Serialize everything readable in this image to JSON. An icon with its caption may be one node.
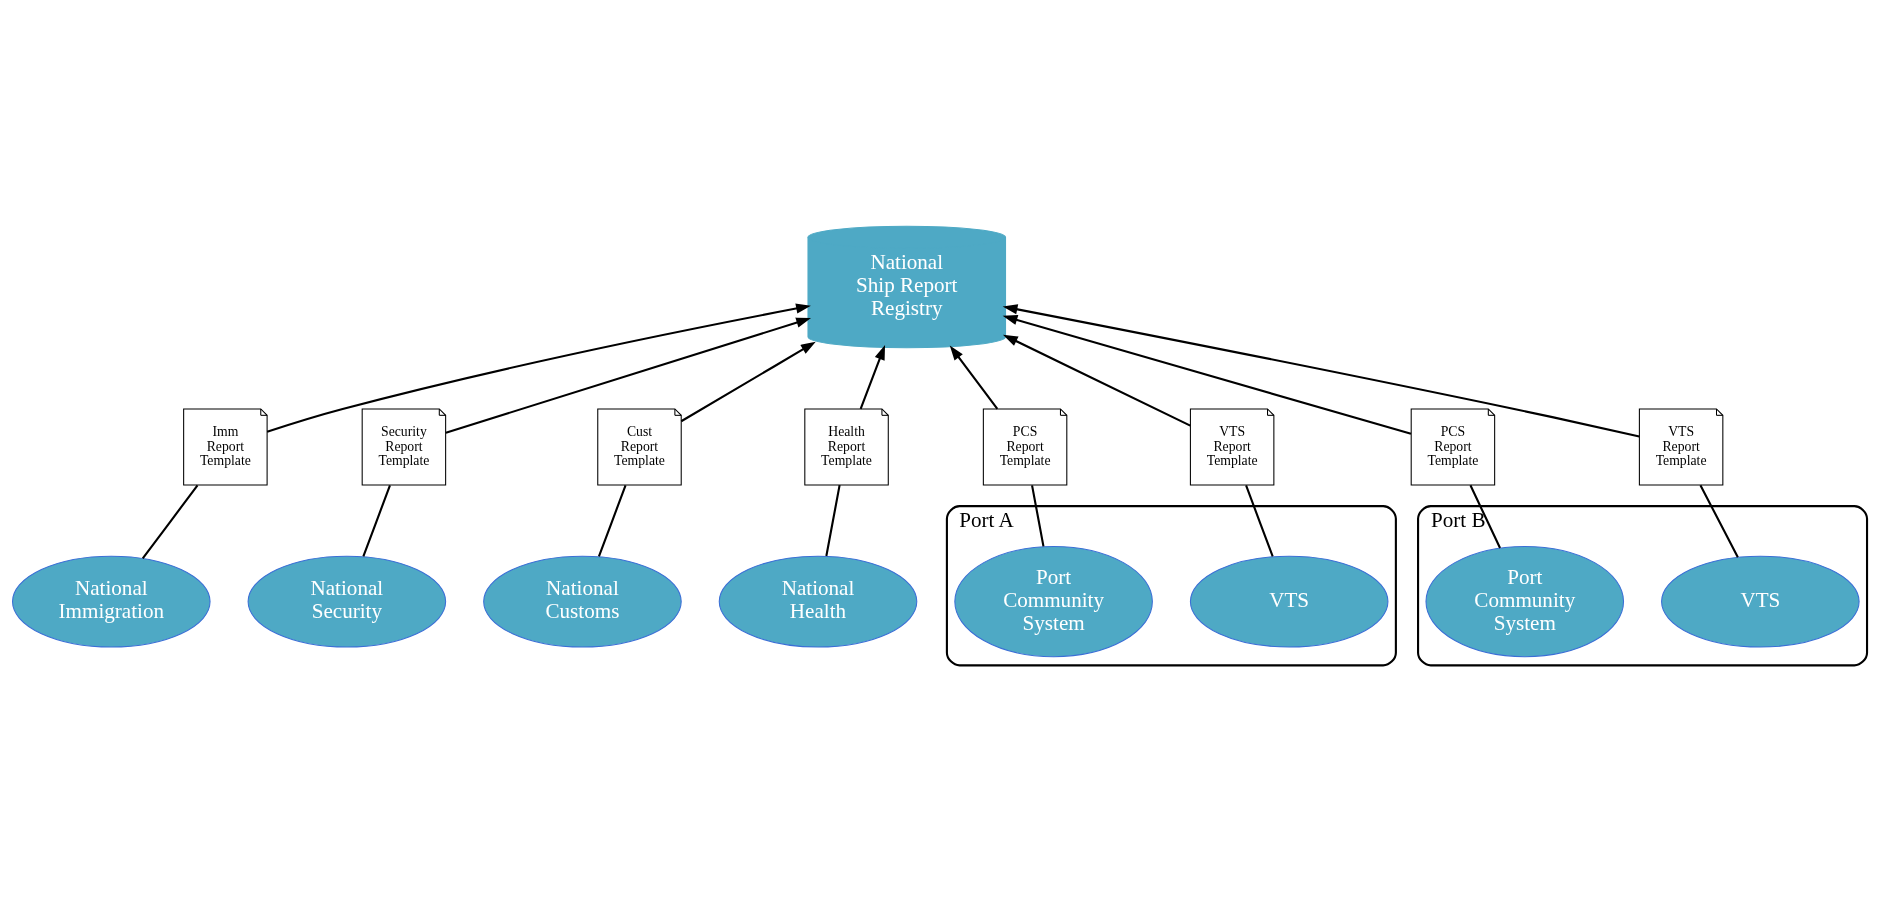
{
  "diagram": {
    "nodes": [
      {
        "text": [
          "National Immigration"
        ]
      },
      {
        "text": [
          "Imm Report Template"
        ]
      },
      {
        "text": [
          "National Ship Report Registry"
        ]
      },
      {
        "text": [
          "Security Report Template"
        ]
      },
      {
        "text": [
          "National Security"
        ]
      },
      {
        "text": [
          "Cust Report Template"
        ]
      },
      {
        "text": [
          "Health Report Template"
        ]
      },
      {
        "text": [
          "National Customs"
        ]
      },
      {
        "text": [
          "National Health"
        ]
      },
      {
        "text": [
          "PCS Report Template"
        ]
      },
      {
        "text": [
          "VTS Report Template"
        ]
      },
      {
        "text": [
          "PCS Report Template"
        ]
      },
      {
        "text": [
          "VTS Report Template"
        ]
      },
      {
        "text": [
          "Port A"
        ]
      },
      {
        "text": [
          "Port Community System"
        ],
        "in": 13
      },
      {
        "text": [
          "VTS"
        ],
        "in": 13
      },
      {
        "text": [
          "Port B"
        ]
      },
      {
        "text": [
          "Port Community System"
        ],
        "in": 16
      },
      {
        "text": [
          "VTS"
        ],
        "in": 16
      }
    ],
    "edges": [
      {
        "from": 0,
        "to": 1,
        "arrow": "none"
      },
      {
        "from": 1,
        "to": 2,
        "arrow": "to"
      },
      {
        "from": 4,
        "to": 3,
        "arrow": "none"
      },
      {
        "from": 3,
        "to": 2,
        "arrow": "to"
      },
      {
        "from": 7,
        "to": 5,
        "arrow": "none"
      },
      {
        "from": 5,
        "to": 2,
        "arrow": "to"
      },
      {
        "from": 8,
        "to": 6,
        "arrow": "none"
      },
      {
        "from": 6,
        "to": 2,
        "arrow": "to"
      },
      {
        "from": 14,
        "to": 9,
        "arrow": "none"
      },
      {
        "from": 9,
        "to": 2,
        "arrow": "to"
      },
      {
        "from": 15,
        "to": 10,
        "arrow": "none"
      },
      {
        "from": 10,
        "to": 2,
        "arrow": "to"
      },
      {
        "from": 17,
        "to": 11,
        "arrow": "none"
      },
      {
        "from": 11,
        "to": 2,
        "arrow": "to"
      },
      {
        "from": 18,
        "to": 12,
        "arrow": "none"
      },
      {
        "from": 12,
        "to": 2,
        "arrow": "to"
      }
    ]
  }
}
